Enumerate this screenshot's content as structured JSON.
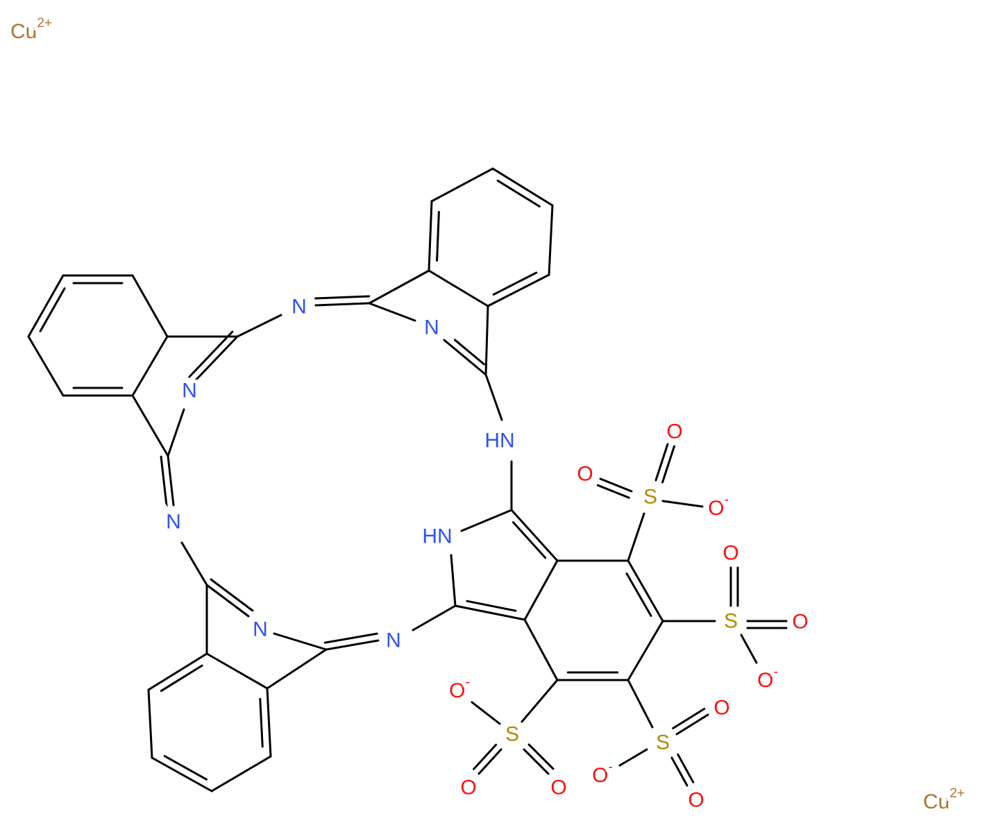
{
  "colors": {
    "N": "#3050F8",
    "O": "#FF0D0D",
    "S": "#B28A00",
    "Cu": "#B07030",
    "bond": "#000000"
  },
  "atoms": {
    "cu1": {
      "label": "Cu",
      "charge": "2+"
    },
    "cu2": {
      "label": "Cu",
      "charge": "2+"
    },
    "n1": "N",
    "n2": "N",
    "n3": "N",
    "n4": "N",
    "n5": "N",
    "n6": "N",
    "nh1": "HN",
    "nh2": "HN",
    "s1": "S",
    "s2": "S",
    "s3": "S",
    "s4": "S",
    "o": "O",
    "ominus": "O",
    "minus": "-"
  }
}
